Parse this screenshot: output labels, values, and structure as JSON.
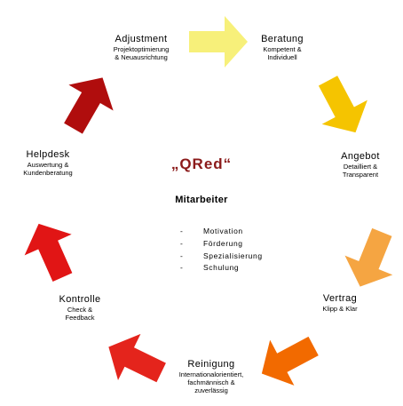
{
  "center": {
    "title": "„QRed“",
    "subtitle": "Mitarbeiter",
    "items": [
      "Motivation",
      "Förderung",
      "Spezialisierung",
      "Schulung"
    ],
    "bullet": "-"
  },
  "steps": [
    {
      "id": "beratung",
      "title": "Beratung",
      "lines": [
        "Kompetent &",
        "Individuell"
      ],
      "color": "#f7f07a"
    },
    {
      "id": "angebot",
      "title": "Angebot",
      "lines": [
        "Detailliert &",
        "Transparent"
      ],
      "color": "#f5c400"
    },
    {
      "id": "vertrag",
      "title": "Vertrag",
      "lines": [
        "Klipp & Klar"
      ],
      "color": "#f5a542"
    },
    {
      "id": "reinigung",
      "title": "Reinigung",
      "lines": [
        "Internationalorientiert,",
        "fachmännisch &",
        "zuverlässig"
      ],
      "color": "#f26a00"
    },
    {
      "id": "kontrolle",
      "title": "Kontrolle",
      "lines": [
        "Check &",
        "Feedback"
      ],
      "color": "#e8201e"
    },
    {
      "id": "helpdesk",
      "title": "Helpdesk",
      "lines": [
        "Auswertung &",
        "Kundenberatung"
      ],
      "color": "#dd1010"
    },
    {
      "id": "adjustment",
      "title": "Adjustment",
      "lines": [
        "Projektoptimierung",
        "& Neuausrichtung"
      ],
      "color": "#b00d0d"
    }
  ],
  "extra_arrows": [
    {
      "id": "reinigung-to-kontrolle",
      "color": "#e4241c"
    },
    {
      "id": "kontrolle-to-helpdesk",
      "color": "#e11515"
    }
  ]
}
